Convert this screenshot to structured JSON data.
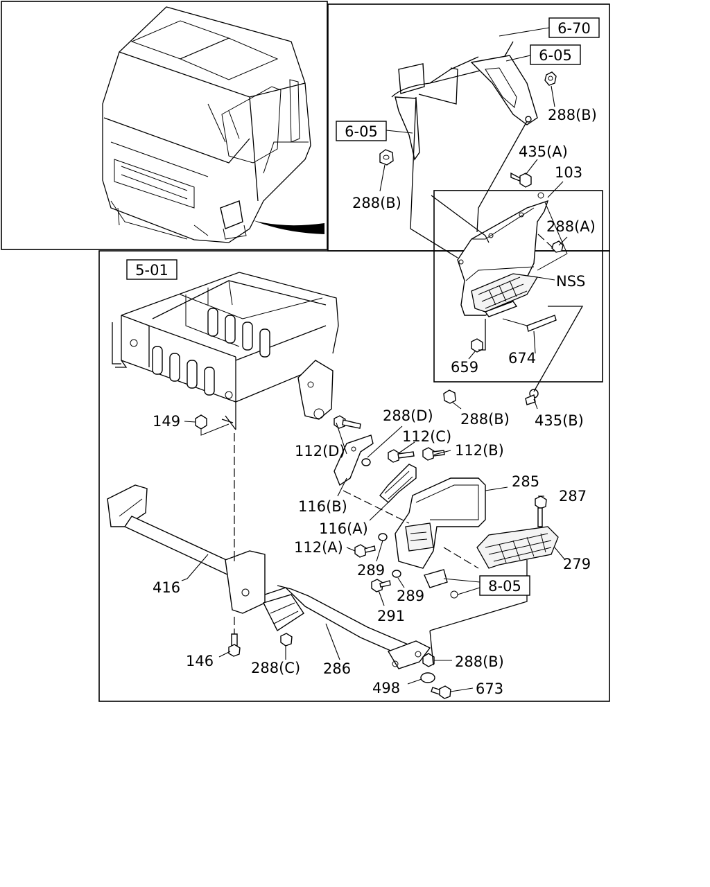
{
  "diagram": {
    "reference_boxes": [
      {
        "id": "ref-6-70",
        "text": "6-70"
      },
      {
        "id": "ref-6-05-top",
        "text": "6-05"
      },
      {
        "id": "ref-6-05-left",
        "text": "6-05"
      },
      {
        "id": "ref-5-01",
        "text": "5-01"
      },
      {
        "id": "ref-8-05",
        "text": "8-05"
      }
    ],
    "part_labels": {
      "p288b_1": "288(B)",
      "p435a": "435(A)",
      "p103": "103",
      "p288b_2": "288(B)",
      "p288a": "288(A)",
      "nss": "NSS",
      "p674": "674",
      "p659": "659",
      "p288b_3": "288(B)",
      "p435b": "435(B)",
      "p149": "149",
      "p288d": "288(D)",
      "p112d": "112(D)",
      "p112c": "112(C)",
      "p112b": "112(B)",
      "p285": "285",
      "p287": "287",
      "p116b": "116(B)",
      "p116a": "116(A)",
      "p112a": "112(A)",
      "p289_1": "289",
      "p279": "279",
      "p416": "416",
      "p289_2": "289",
      "p291": "291",
      "p146": "146",
      "p288c": "288(C)",
      "p286": "286",
      "p288b_4": "288(B)",
      "p498": "498",
      "p673": "673"
    }
  }
}
